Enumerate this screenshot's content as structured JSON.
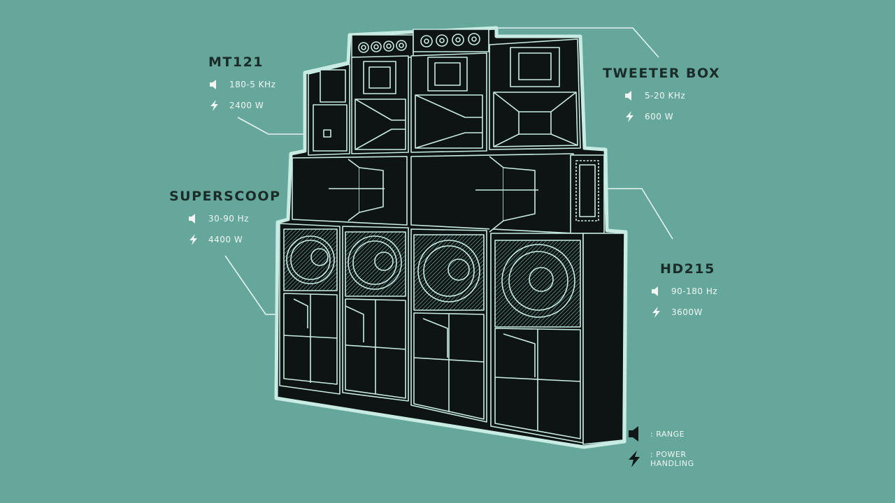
{
  "colors": {
    "background": "#65a79a",
    "cabinet_fill": "#0e1313",
    "outline": "#c8ece4",
    "label_dark": "#1b2b2a",
    "spec_text": "#f2f7f6"
  },
  "labels": {
    "mt121": {
      "title": "MT121",
      "range": "180-5 KHz",
      "power": "2400 W"
    },
    "tweeter": {
      "title": "TWEETER BOX",
      "range": "5-20 KHz",
      "power": "600 W"
    },
    "superscoop": {
      "title": "SUPERSCOOP",
      "range": "30-90 Hz",
      "power": "4400 W"
    },
    "hd215": {
      "title": "HD215",
      "range": "90-180 Hz",
      "power": "3600W"
    }
  },
  "legend": {
    "range_label": ": RANGE",
    "power_label": ": POWER\nHANDLING",
    "range_icon": "speaker-icon",
    "power_icon": "lightning-icon"
  }
}
